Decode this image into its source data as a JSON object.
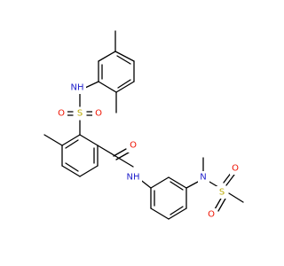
{
  "colors": {
    "carbon_bond": "#000000",
    "nitrogen": "#2222cc",
    "oxygen": "#ee1100",
    "sulfur": "#bbaa00",
    "background": "#ffffff"
  },
  "atom_labels": {
    "n_sulfonamide": "NH",
    "s_top": "S",
    "o_top_left": "O",
    "o_top_right": "O",
    "o_carbonyl": "O",
    "n_amide": "NH",
    "n_methyl": "N",
    "s_right": "S",
    "o_right_top": "O",
    "o_right_bottom": "O"
  }
}
